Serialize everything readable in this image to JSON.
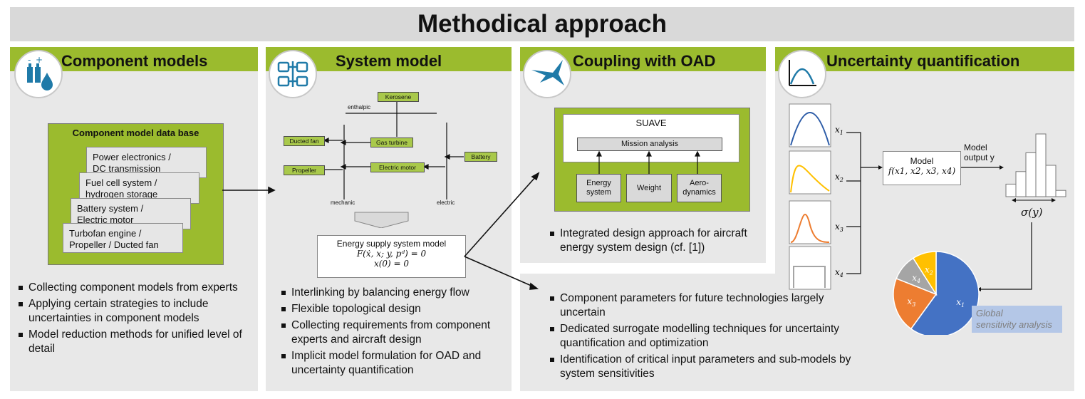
{
  "title": "Methodical approach",
  "panels": {
    "component": {
      "header": "Component models",
      "icon": "fuel-battery-drop-icon",
      "db_title": "Component model data base",
      "cards": [
        "Power electronics /\nDC transmission",
        "Fuel cell system /\nhydrogen storage",
        "Battery system /\nElectric motor",
        "Turbofan engine /\nPropeller / Ducted fan"
      ],
      "bullets": [
        "Collecting component models from experts",
        "Applying certain strategies to include uncertainties in component models",
        "Model reduction methods for unified level of detail"
      ]
    },
    "system": {
      "header": "System model",
      "icon": "system-blocks-icon",
      "blocks": {
        "kerosene": "Kerosene",
        "gas_turbine": "Gas turbine",
        "ducted_fan": "Ducted fan",
        "electric_motor": "Electric motor",
        "propeller": "Propeller",
        "battery": "Battery"
      },
      "labels": {
        "enthalpic": "enthalpic",
        "mechanic": "mechanic",
        "electric": "electric"
      },
      "eq_title": "Energy supply system model",
      "eq1": "F(ẋ, x; y, pᵈ) = 0",
      "eq2": "x(0) = 0",
      "bullets": [
        "Interlinking by balancing energy flow",
        "Flexible topological design",
        "Collecting requirements from component experts and aircraft design",
        "Implicit model formulation for OAD and uncertainty quantification"
      ]
    },
    "oad": {
      "header": "Coupling with OAD",
      "icon": "aircraft-icon",
      "suave": "SUAVE",
      "mission": "Mission analysis",
      "boxes": [
        "Energy\nsystem",
        "Weight",
        "Aero-\ndynamics"
      ],
      "bullets": [
        "Integrated design approach for aircraft energy system design (cf. [1])"
      ]
    },
    "uq": {
      "header": "Uncertainty quantification",
      "icon": "distribution-curve-icon",
      "inputs": [
        "x1",
        "x2",
        "x3",
        "x4"
      ],
      "model_label": "Model",
      "model_eq": "f(x1, x2, x3, x4)",
      "output_label": "Model\noutput y",
      "sigma": "σ(y)",
      "gsa": "Global\nsensitivity analysis",
      "histogram": [
        2,
        4,
        7,
        10,
        5,
        1
      ],
      "pie": [
        {
          "label": "x1",
          "value": 60,
          "color": "#4472c4"
        },
        {
          "label": "x3",
          "value": 21,
          "color": "#ed7d31"
        },
        {
          "label": "x4",
          "value": 10,
          "color": "#a5a5a5"
        },
        {
          "label": "x2",
          "value": 9,
          "color": "#ffc000"
        }
      ],
      "curve_colors": [
        "#2e5da8",
        "#ffc000",
        "#ed7d31",
        "#a5a5a5"
      ]
    },
    "bottom": {
      "bullets": [
        "Component parameters for future technologies largely uncertain",
        "Dedicated surrogate modelling techniques for uncertainty quantification and optimization",
        "Identification of critical input parameters and sub-models by system sensitivities"
      ]
    }
  }
}
